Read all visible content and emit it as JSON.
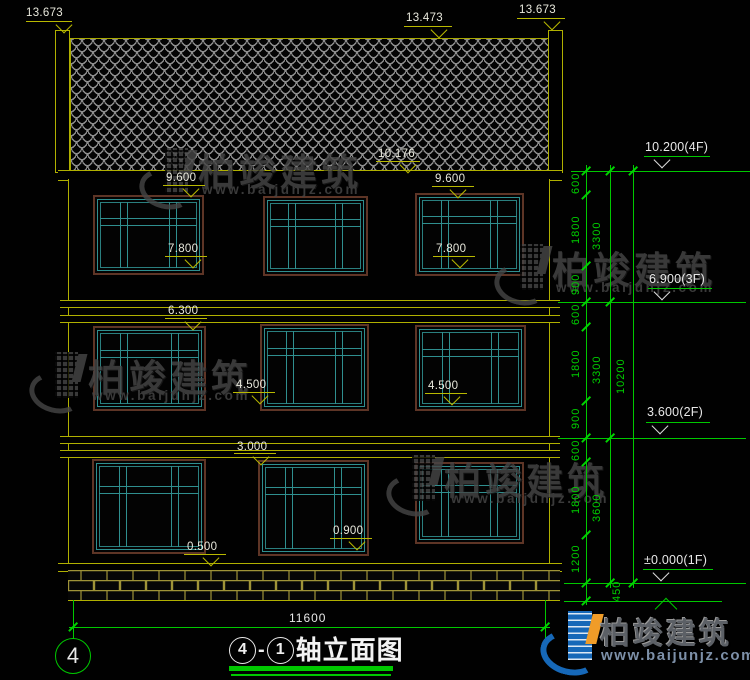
{
  "title": {
    "axis_start": "4",
    "dash": "-",
    "axis_end": "1",
    "text": "轴立面图"
  },
  "axis_bubble_label": "4",
  "dimensions": {
    "overall_width": "11600",
    "chain_segments": [
      "600",
      "1800",
      "900",
      "600",
      "1800",
      "900",
      "600",
      "1800",
      "1200",
      "450"
    ],
    "chain_subtotals": [
      "3300",
      "3300",
      "3600"
    ],
    "chain_total": "10200"
  },
  "facade_levels": [
    {
      "id": "parapet-left",
      "label": "13.673"
    },
    {
      "id": "ridge",
      "label": "13.473"
    },
    {
      "id": "parapet-right",
      "label": "13.673"
    },
    {
      "id": "eave",
      "label": "10.176"
    },
    {
      "id": "f3-head-left",
      "label": "9.600"
    },
    {
      "id": "f3-head-right",
      "label": "9.600"
    },
    {
      "id": "f3-sill-left",
      "label": "7.800"
    },
    {
      "id": "f3-sill-right",
      "label": "7.800"
    },
    {
      "id": "f2-head",
      "label": "6.300"
    },
    {
      "id": "f2-sill-left",
      "label": "4.500"
    },
    {
      "id": "f2-sill-right",
      "label": "4.500"
    },
    {
      "id": "f1-head",
      "label": "3.000"
    },
    {
      "id": "f1-sill-left",
      "label": "0.500"
    },
    {
      "id": "f1-sill-mid",
      "label": "0.900"
    }
  ],
  "right_levels": [
    {
      "id": "4F",
      "label": "10.200(4F)"
    },
    {
      "id": "3F",
      "label": "6.900(3F)"
    },
    {
      "id": "2F",
      "label": "3.600(2F)"
    },
    {
      "id": "1F",
      "label": "±0.000(1F)"
    }
  ],
  "watermark": {
    "brand": "柏竣建筑",
    "website": "www.baijunjz.com"
  },
  "footer_logo": {
    "brand": "柏竣建筑",
    "website": "www.baijunjz.com"
  },
  "colors": {
    "line_yellow": "#b9b900",
    "line_green": "#00c800",
    "dim_text_green": "#00d000",
    "window_teal": "#2f8f8f",
    "window_opening_brown": "#5e3526",
    "text_white": "#e8e8dc",
    "watermark_gray": "#464646",
    "logo_blue": "#1668b8",
    "logo_orange": "#f09c28"
  }
}
